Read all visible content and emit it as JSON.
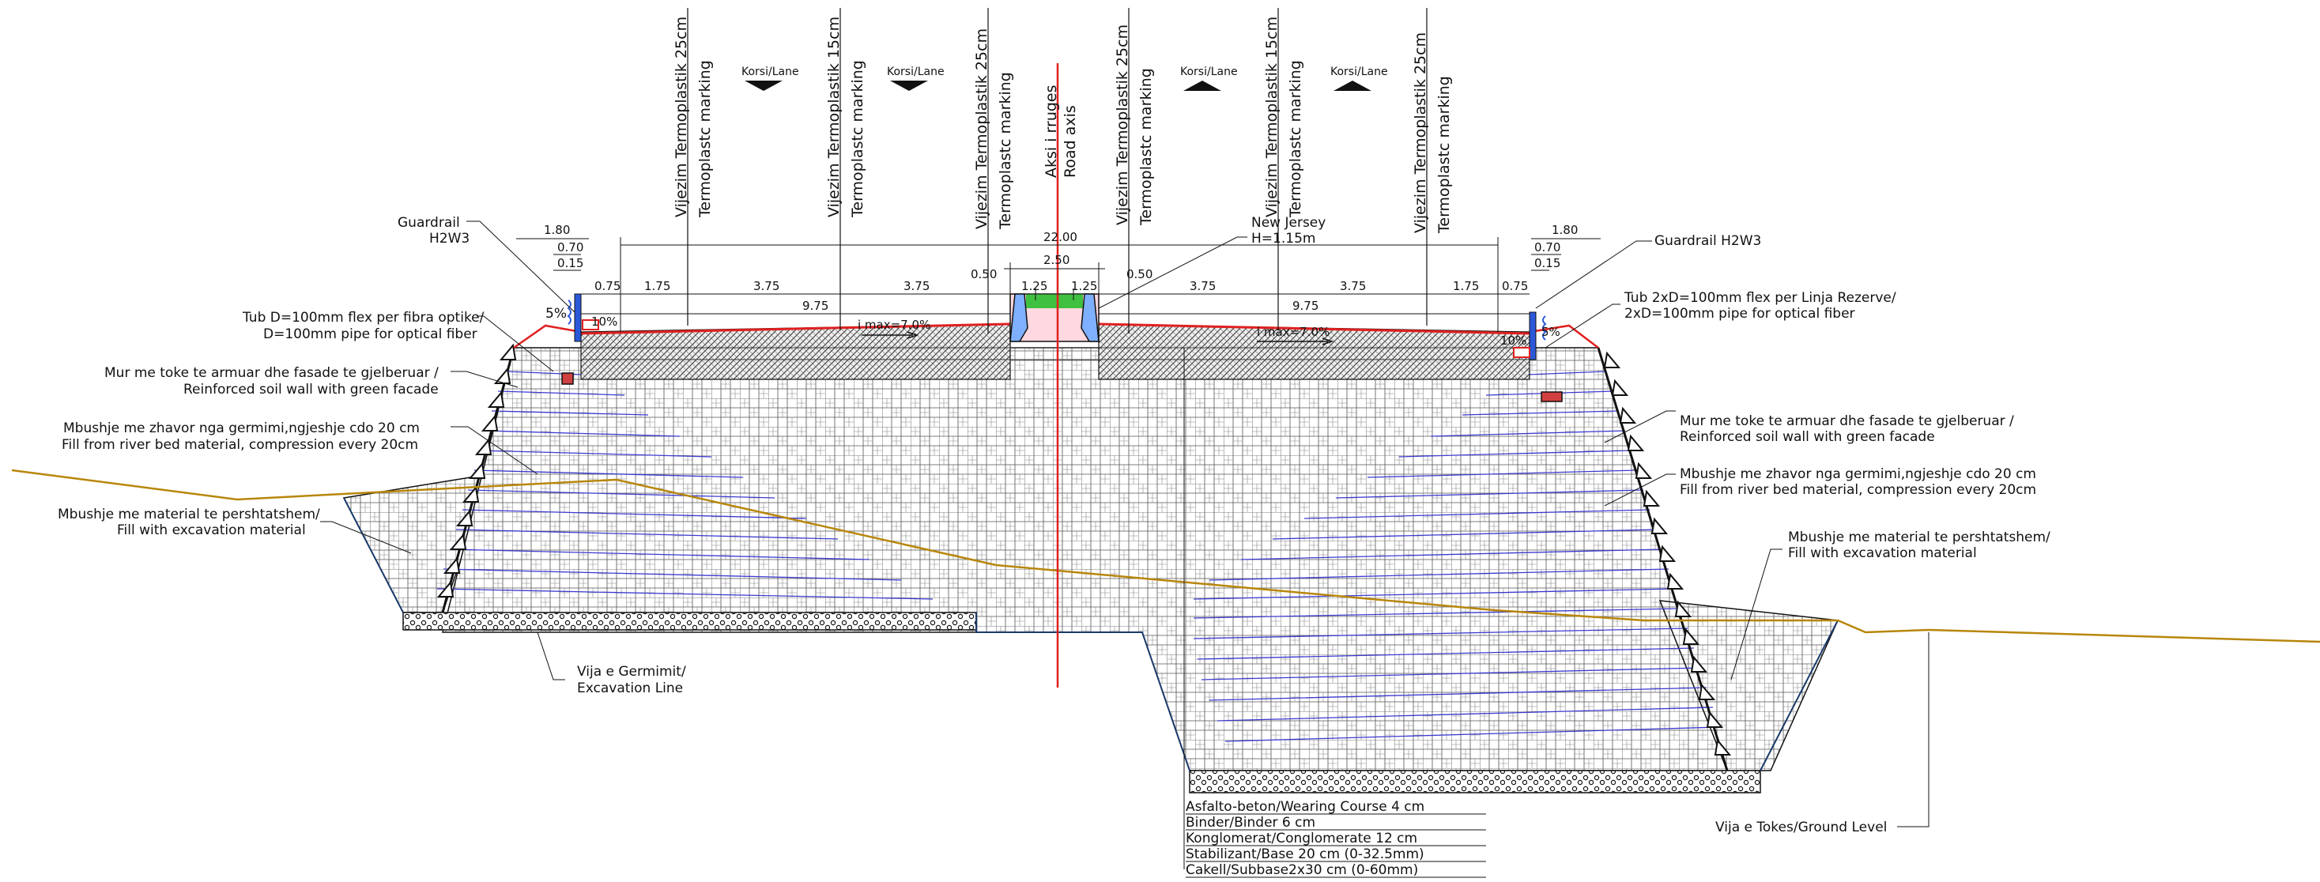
{
  "marking_labels": [
    {
      "top": "Vijezim Termoplastik 25cm",
      "bottom": "Termoplastc marking"
    },
    {
      "top": "Vijezim  Termoplastik 15cm",
      "bottom": "Termoplastc marking"
    },
    {
      "top": "Vijezim Termoplastik 25cm",
      "bottom": "Termoplastc marking"
    },
    {
      "top": "Vijezim Termoplastik 25cm",
      "bottom": "Termoplastc marking"
    },
    {
      "top": "Vijezim  Termoplastik 15cm",
      "bottom": "Termoplastc marking"
    },
    {
      "top": "Vijezim Termoplastik 25cm",
      "bottom": "Termoplastc marking"
    }
  ],
  "road_axis": {
    "top": "Aksi i rruges",
    "bottom": "Road axis"
  },
  "lanes": [
    "Korsi/Lane",
    "Korsi/Lane",
    "Korsi/Lane",
    "Korsi/Lane"
  ],
  "dimensions": {
    "total": "22.00",
    "left_shoulder_total": "1.80",
    "left_070": "0.70",
    "left_015": "0.15",
    "right_shoulder_total": "1.80",
    "right_070": "0.70",
    "right_015": "0.15",
    "median": "2.50",
    "half_left": "9.75",
    "half_right": "9.75",
    "segments_left": [
      "0.75",
      "1.75",
      "3.75",
      "3.75",
      "0.50"
    ],
    "median_parts": [
      "1.25",
      "1.25"
    ],
    "segments_right": [
      "0.50",
      "3.75",
      "3.75",
      "1.75",
      "0.75"
    ]
  },
  "slopes": {
    "left_5": "5%",
    "left_10": "10%",
    "right_5": "5%",
    "right_10": "10%",
    "imax_left": "i max=7.0%",
    "imax_right": "i max=7.0%"
  },
  "annotations": {
    "guardrail_left": [
      "Guardrail",
      "H2W3"
    ],
    "guardrail_right": "Guardrail H2W3",
    "new_jersey": [
      "New Jersey",
      "H=1.15m"
    ],
    "tub_left": [
      "Tub D=100mm flex per fibra optike/",
      "D=100mm pipe for optical fiber"
    ],
    "tub_right": [
      "Tub 2xD=100mm flex per Linja Rezerve/",
      "2xD=100mm pipe for optical fiber"
    ],
    "wall_left": [
      "Mur me toke te armuar dhe fasade te gjelberuar /",
      "Reinforced soil wall with green facade"
    ],
    "wall_right": [
      "Mur me toke te armuar dhe fasade te gjelberuar /",
      "Reinforced soil wall with green facade"
    ],
    "fill_river_left": [
      "Mbushje me zhavor nga germimi,ngjeshje cdo 20 cm",
      "Fill from river bed material, compression every 20cm"
    ],
    "fill_river_right": [
      "Mbushje me zhavor nga germimi,ngjeshje cdo 20 cm",
      "Fill from river bed material, compression every 20cm"
    ],
    "fill_exc_left": [
      "Mbushje me material te pershtatshem/",
      "Fill with excavation material"
    ],
    "fill_exc_right": [
      "Mbushje me material te pershtatshem/",
      "Fill with excavation material"
    ],
    "excavation": [
      "Vija e Germimit/",
      "Excavation Line"
    ],
    "ground": "Vija e Tokes/Ground Level"
  },
  "layers": [
    "Asfalto-beton/Wearing Course 4 cm",
    "Binder/Binder 6 cm",
    "Konglomerat/Conglomerate 12 cm",
    "Stabilizant/Base 20 cm (0-32.5mm)",
    "Cakell/Subbase2x30 cm (0-60mm)"
  ],
  "colors": {
    "line": "#111111",
    "axis": "#e02020",
    "ground": "#b8860b",
    "reinforcement": "#3a3ad0",
    "asphalt_edge": "#e02020",
    "green": "#40c040"
  }
}
